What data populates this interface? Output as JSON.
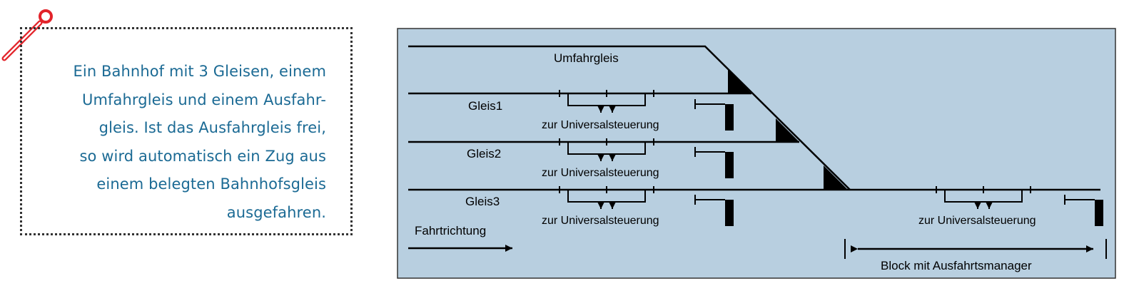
{
  "note": {
    "lines": [
      "Ein Bahnhof mit 3 Gleisen, einem",
      "Umfahrgleis und einem Ausfahr-",
      "gleis. Ist das Ausfahrgleis frei,",
      "so wird automatisch ein Zug aus",
      "einem belegten Bahnhofsgleis",
      "ausgefahren."
    ],
    "text_color": "#1b6a94",
    "pin_color": "#e2232a"
  },
  "diagram": {
    "background_color": "#b8cfe0",
    "labels": {
      "bypass_track": "Umfahrgleis",
      "track1": "Gleis1",
      "track2": "Gleis2",
      "track3": "Gleis3",
      "to_controller_1": "zur Universalsteuerung",
      "to_controller_2": "zur Universalsteuerung",
      "to_controller_3": "zur Universalsteuerung",
      "to_controller_exit": "zur Universalsteuerung",
      "direction": "Fahrtrichtung",
      "block": "Block mit Ausfahrtsmanager"
    }
  }
}
